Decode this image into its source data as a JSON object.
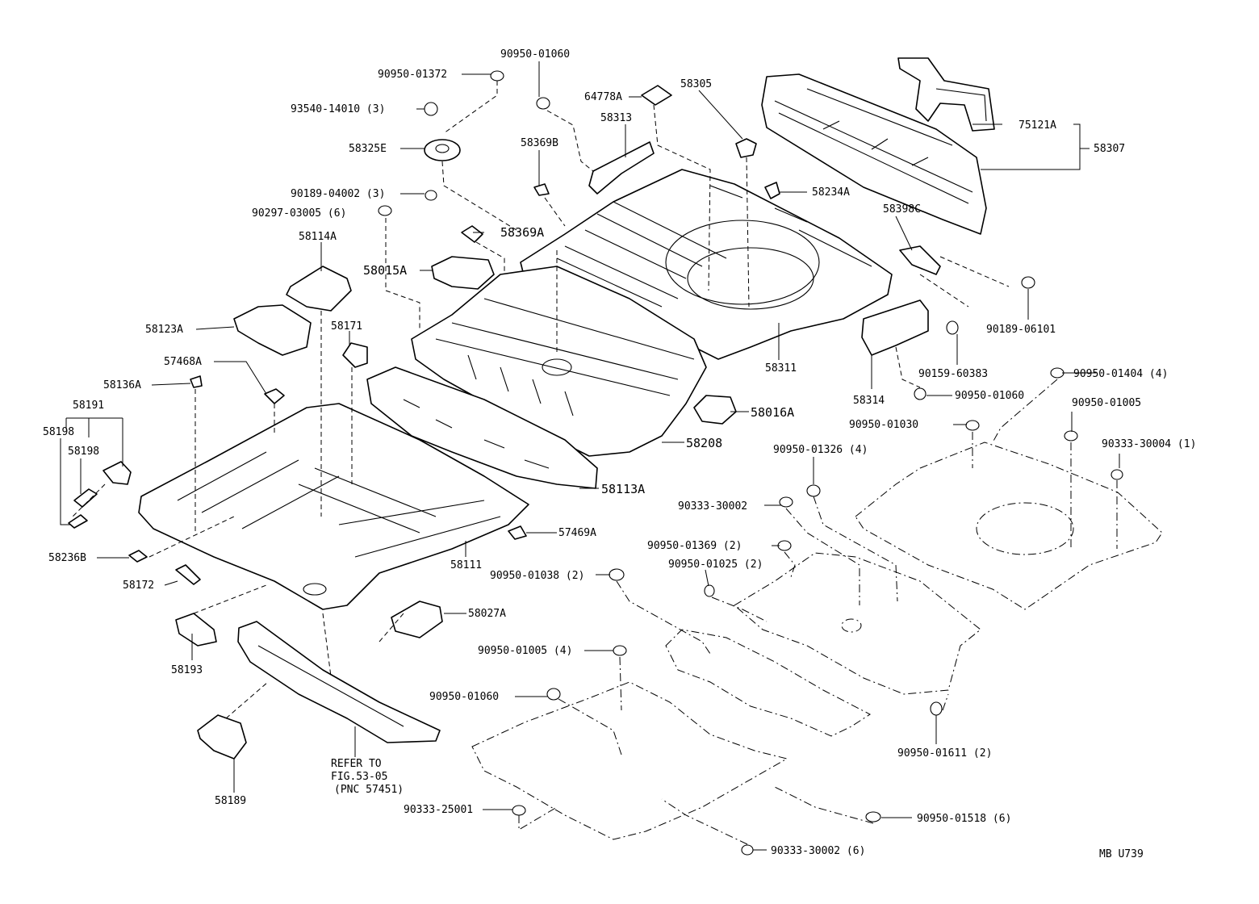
{
  "diagram": {
    "figure_code": "MB U739",
    "refer_note": [
      "REFER TO",
      "FIG.53-05",
      "(PNC 57451)"
    ],
    "labels": {
      "p90950_01060_top": "90950-01060",
      "p90950_01372": "90950-01372",
      "p93540_14010": "93540-14010 (3)",
      "p58325E": "58325E",
      "p90189_04002": "90189-04002 (3)",
      "p90297_03005": "90297-03005 (6)",
      "p64778A": "64778A",
      "p58313": "58313",
      "p58305": "58305",
      "p58369B": "58369B",
      "p58234A": "58234A",
      "p75121A": "75121A",
      "p58307": "58307",
      "p58114A": "58114A",
      "p58369A": "58369A",
      "p58015A": "58015A",
      "p58398C": "58398C",
      "p90189_06101": "90189-06101",
      "p58123A": "58123A",
      "p58171": "58171",
      "p58311": "58311",
      "p58314": "58314",
      "p90159_60383": "90159-60383",
      "p57468A": "57468A",
      "p58136A": "58136A",
      "p90950_01404": "90950-01404 (4)",
      "p90950_01060_mid": "90950-01060",
      "p90950_01005_right": "90950-01005",
      "p58191": "58191",
      "p58016A": "58016A",
      "p90950_01030": "90950-01030",
      "p58198_a": "58198",
      "p58198_b": "58198",
      "p58208": "58208",
      "p90950_01326": "90950-01326 (4)",
      "p90333_30004": "90333-30004 (1)",
      "p58113A": "58113A",
      "p90333_30002_mid": "90333-30002",
      "p57469A": "57469A",
      "p58236B": "58236B",
      "p90950_01369": "90950-01369 (2)",
      "p90950_01025": "90950-01025 (2)",
      "p58111": "58111",
      "p90950_01038": "90950-01038 (2)",
      "p58172": "58172",
      "p58027A": "58027A",
      "p58193": "58193",
      "p90950_01005_bottom": "90950-01005 (4)",
      "p90950_01060_bottom": "90950-01060",
      "p90950_01611": "90950-01611 (2)",
      "p58189": "58189",
      "p90333_25001": "90333-25001",
      "p90950_01518": "90950-01518 (6)",
      "p90333_30002_bottom": "90333-30002 (6)"
    }
  }
}
